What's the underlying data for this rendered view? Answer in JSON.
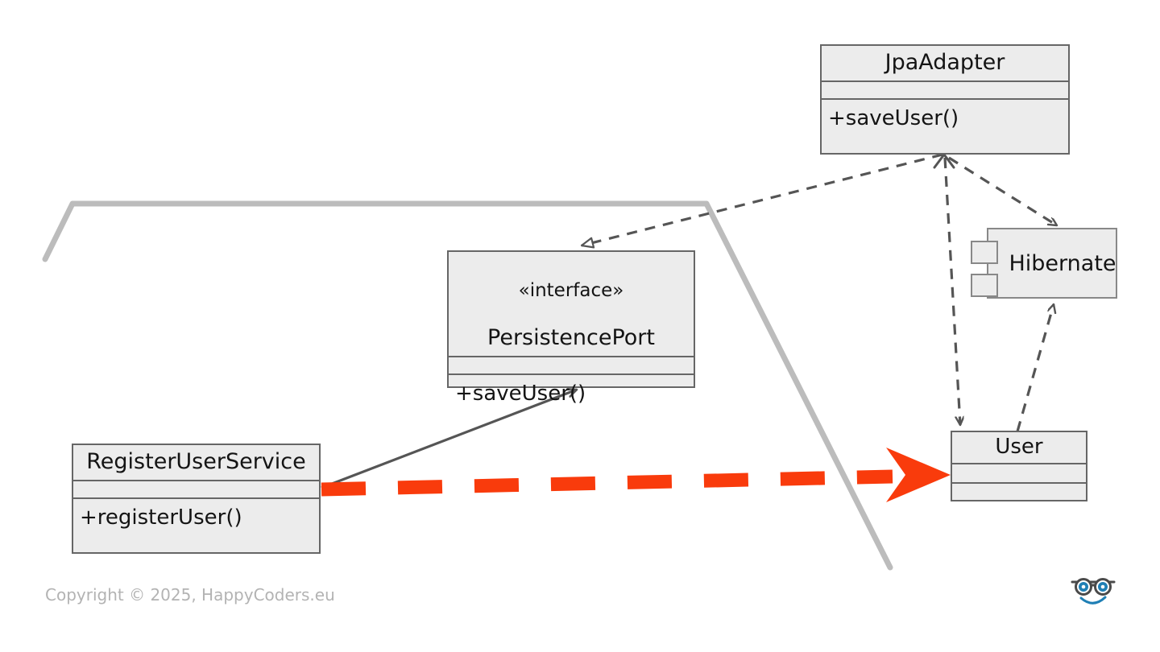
{
  "diagram": {
    "type": "uml-class-diagram",
    "background_color": "#ffffff",
    "box_fill_color": "#ececec",
    "box_border_color": "#666666",
    "edge_color": "#555555",
    "highlight_color": "#f93b0c",
    "boundary_color": "#bcbcbc",
    "nodes": [
      {
        "id": "jpa-adapter",
        "kind": "class",
        "title": "JpaAdapter",
        "stereotype": "",
        "attributes": [],
        "methods": [
          "+saveUser()"
        ]
      },
      {
        "id": "persistence-port",
        "kind": "interface",
        "stereotype": "«interface»",
        "title": "PersistencePort",
        "attributes": [],
        "methods": [
          "+saveUser()"
        ]
      },
      {
        "id": "register-user-service",
        "kind": "class",
        "title": "RegisterUserService",
        "stereotype": "",
        "attributes": [],
        "methods": [
          "+registerUser()"
        ]
      },
      {
        "id": "user",
        "kind": "class",
        "title": "User",
        "stereotype": "",
        "attributes": [],
        "methods": []
      },
      {
        "id": "hibernate",
        "kind": "component",
        "title": "Hibernate"
      }
    ],
    "edges": [
      {
        "id": "jpa-implements-port",
        "from": "jpa-adapter",
        "to": "persistence-port",
        "style": "dashed",
        "arrow": "hollow-triangle",
        "relation": "realization"
      },
      {
        "id": "jpa-uses-user",
        "from": "jpa-adapter",
        "to": "user",
        "style": "dashed",
        "arrow": "open",
        "relation": "dependency"
      },
      {
        "id": "jpa-uses-hibernate",
        "from": "jpa-adapter",
        "to": "hibernate",
        "style": "dashed",
        "arrow": "open",
        "relation": "dependency"
      },
      {
        "id": "user-uses-hibernate",
        "from": "user",
        "to": "hibernate",
        "style": "dashed",
        "arrow": "open",
        "relation": "dependency"
      },
      {
        "id": "service-uses-port",
        "from": "register-user-service",
        "to": "persistence-port",
        "style": "solid",
        "arrow": "open",
        "relation": "dependency"
      },
      {
        "id": "service-uses-user-highlighted",
        "from": "register-user-service",
        "to": "user",
        "style": "dashed-thick",
        "arrow": "solid-barbed",
        "color": "#f93b0c",
        "relation": "dependency-highlighted"
      }
    ],
    "boundary": {
      "id": "hexagon-boundary",
      "description": "grey hexagon edge separating the application core from the outside"
    }
  },
  "footer": {
    "copyright": "Copyright © 2025, HappyCoders.eu",
    "logo_name": "happycoders-nerd-face-logo"
  }
}
